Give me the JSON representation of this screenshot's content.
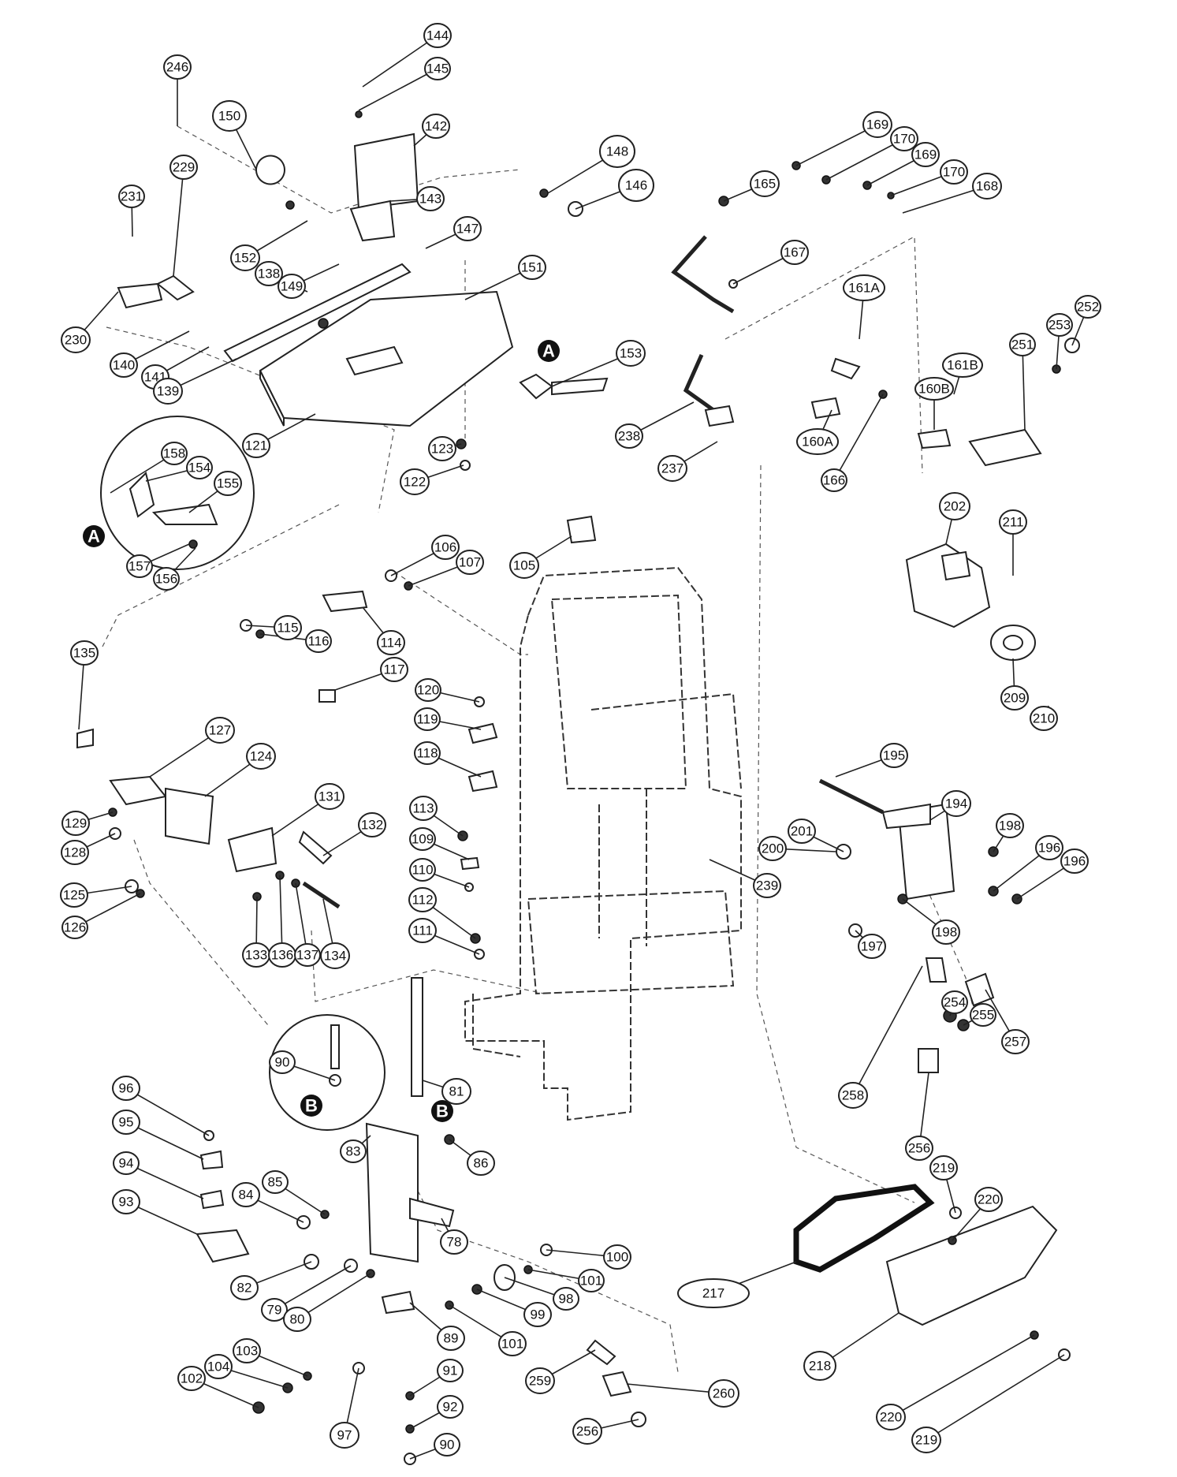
{
  "colors": {
    "ink": "#222222",
    "paper": "#ffffff"
  },
  "markers": [
    "A",
    "A",
    "B",
    "B"
  ],
  "callouts": [
    "246",
    "144",
    "145",
    "142",
    "150",
    "229",
    "231",
    "143",
    "148",
    "146",
    "147",
    "152",
    "138",
    "149",
    "151",
    "230",
    "140",
    "141",
    "139",
    "121",
    "153",
    "123",
    "122",
    "158",
    "154",
    "155",
    "157",
    "156",
    "169",
    "170",
    "169",
    "170",
    "168",
    "165",
    "167",
    "161A",
    "252",
    "253",
    "251",
    "161B",
    "160B",
    "160A",
    "238",
    "237",
    "166",
    "202",
    "211",
    "209",
    "210",
    "106",
    "107",
    "105",
    "115",
    "116",
    "114",
    "117",
    "135",
    "127",
    "124",
    "120",
    "119",
    "118",
    "131",
    "132",
    "129",
    "128",
    "113",
    "109",
    "110",
    "112",
    "111",
    "125",
    "126",
    "133",
    "136",
    "137",
    "134",
    "239",
    "195",
    "194",
    "201",
    "200",
    "198",
    "196",
    "196",
    "197",
    "198",
    "254",
    "255",
    "257",
    "258",
    "256",
    "90",
    "81",
    "96",
    "95",
    "94",
    "93",
    "83",
    "86",
    "84",
    "85",
    "78",
    "100",
    "101",
    "98",
    "99",
    "101",
    "82",
    "79",
    "80",
    "89",
    "102",
    "104",
    "103",
    "91",
    "92",
    "90",
    "97",
    "259",
    "260",
    "256",
    "217",
    "219",
    "220",
    "218",
    "220",
    "219"
  ]
}
